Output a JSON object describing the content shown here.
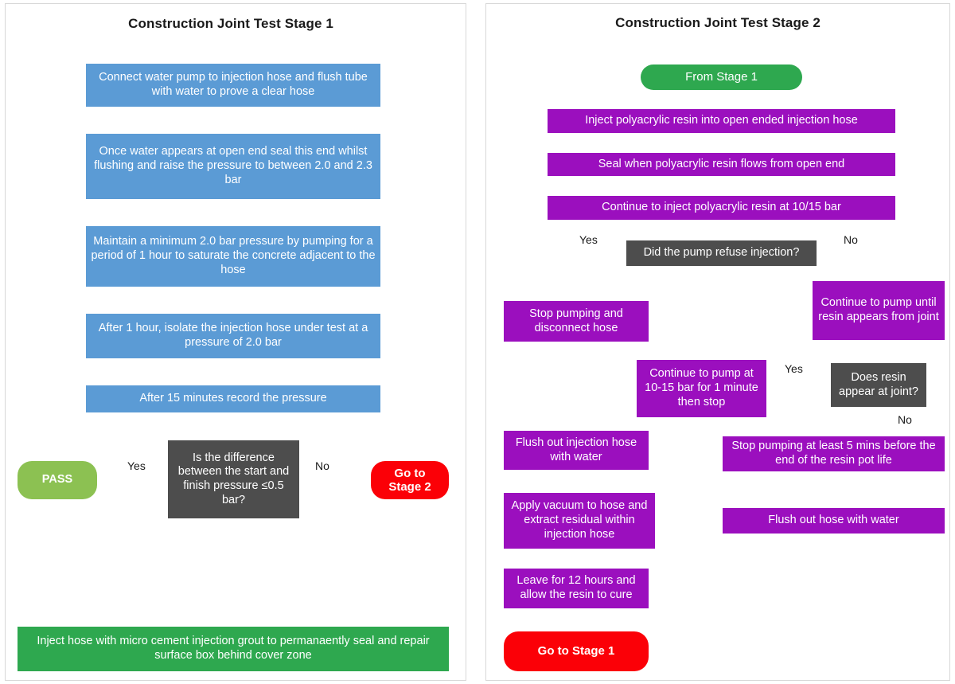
{
  "colors": {
    "process_blue": "#5b9bd5",
    "process_purple": "#9b0fbe",
    "decision_gray": "#4d4d4d",
    "terminator_red": "#fb0007",
    "terminator_green": "#2ea84f",
    "pass_green": "#8cc152",
    "connector": "#3a3a3a",
    "page_background": "#ffffff",
    "panel_border": "#d8d8d8"
  },
  "stage1": {
    "title": "Construction Joint Test Stage 1",
    "nodes": {
      "connect_pump": "Connect water pump to injection hose and flush tube with water to prove a clear hose",
      "seal_open_end": "Once water appears at open end seal this end whilst flushing and raise the pressure to between 2.0 and 2.3 bar",
      "maintain_pressure": "Maintain a minimum 2.0 bar pressure by pumping for a period of 1 hour to saturate the concrete adjacent to the hose",
      "isolate_hose": "After 1 hour, isolate the injection hose under test at a pressure of 2.0 bar",
      "record_pressure": "After 15 minutes record the pressure",
      "decision_difference": "Is the difference between the start and finish pressure ≤0.5 bar?",
      "pass": "PASS",
      "go_to_stage2": "Go to\nStage 2",
      "inject_grout": "Inject hose with micro cement injection grout to permanaently seal and repair surface box behind cover zone"
    },
    "edge_labels": {
      "yes": "Yes",
      "no": "No"
    }
  },
  "stage2": {
    "title": "Construction Joint Test Stage 2",
    "nodes": {
      "from_stage1": "From Stage 1",
      "inject_resin": "Inject polyacrylic resin into open ended injection hose",
      "seal_when_flows": "Seal when polyacrylic resin flows from open end",
      "continue_inject": "Continue to inject polyacrylic resin at 10/15 bar",
      "decision_pump_refuse": "Did the pump refuse injection?",
      "stop_pumping_disconnect": "Stop pumping and disconnect hose",
      "continue_pump_until_resin": "Continue to pump until resin appears from joint",
      "continue_pump_10_15": "Continue to pump at 10-15 bar for 1 minute then stop",
      "decision_resin_joint": "Does resin appear at joint?",
      "flush_injection_hose": "Flush out injection hose with water",
      "stop_pumping_5_mins": "Stop pumping at least 5 mins before the end of the resin pot life",
      "apply_vacuum": "Apply vacuum to hose and extract residual within injection hose",
      "flush_hose_water": "Flush out hose with water",
      "leave_12_hours": "Leave for 12 hours and allow the resin to cure",
      "go_to_stage1": "Go to Stage 1"
    },
    "edge_labels": {
      "yes_pump_refuse": "Yes",
      "no_pump_refuse": "No",
      "yes_resin_joint": "Yes",
      "no_resin_joint": "No"
    }
  }
}
